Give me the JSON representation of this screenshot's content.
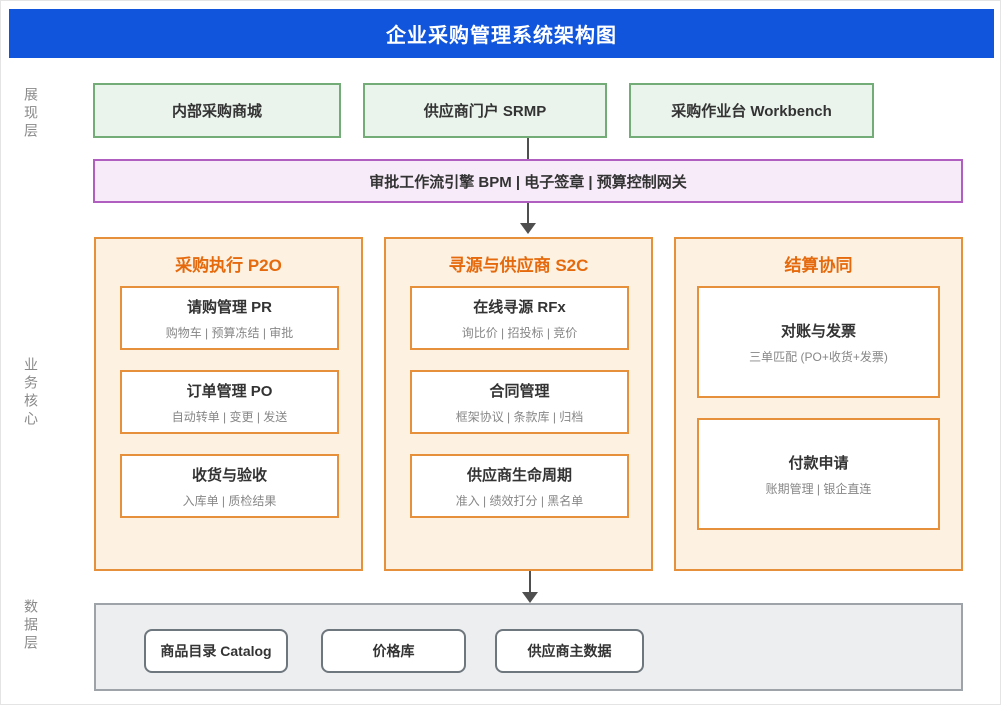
{
  "header": {
    "title": "企业采购管理系统架构图"
  },
  "layers": {
    "presentation": "展现层",
    "business": "业务核心",
    "data": "数据层"
  },
  "presentation_row": [
    {
      "label": "内部采购商城"
    },
    {
      "label": "供应商门户 SRMP"
    },
    {
      "label": "采购作业台 Workbench"
    }
  ],
  "middleware": {
    "label": "审批工作流引擎 BPM | 电子签章 | 预算控制网关"
  },
  "columns": [
    {
      "title": "采购执行 P2O",
      "modules": [
        {
          "title": "请购管理 PR",
          "subtitle": "购物车 | 预算冻结 | 审批"
        },
        {
          "title": "订单管理 PO",
          "subtitle": "自动转单 | 变更 | 发送"
        },
        {
          "title": "收货与验收",
          "subtitle": "入库单 | 质检结果"
        }
      ]
    },
    {
      "title": "寻源与供应商 S2C",
      "modules": [
        {
          "title": "在线寻源 RFx",
          "subtitle": "询比价 | 招投标 | 竞价"
        },
        {
          "title": "合同管理",
          "subtitle": "框架协议 | 条款库 | 归档"
        },
        {
          "title": "供应商生命周期",
          "subtitle": "准入 | 绩效打分 | 黑名单"
        }
      ]
    },
    {
      "title": "结算协同",
      "modules": [
        {
          "title": "对账与发票",
          "subtitle": "三单匹配 (PO+收货+发票)"
        },
        {
          "title": "付款申请",
          "subtitle": "账期管理 | 银企直连"
        }
      ]
    }
  ],
  "data_row": [
    {
      "label": "商品目录 Catalog"
    },
    {
      "label": "价格库"
    },
    {
      "label": "供应商主数据"
    }
  ],
  "colors": {
    "header_bg": "#1155dd",
    "green_bg": "#eaf4ec",
    "green_border": "#74ac78",
    "purple_bg": "#f7ebf9",
    "purple_border": "#b05fc0",
    "orange_bg": "#fdf1e1",
    "orange_border": "#e7903c",
    "orange_title": "#e56a0d",
    "gray_bg": "#eceef0",
    "connector": "#4f4f4f"
  }
}
